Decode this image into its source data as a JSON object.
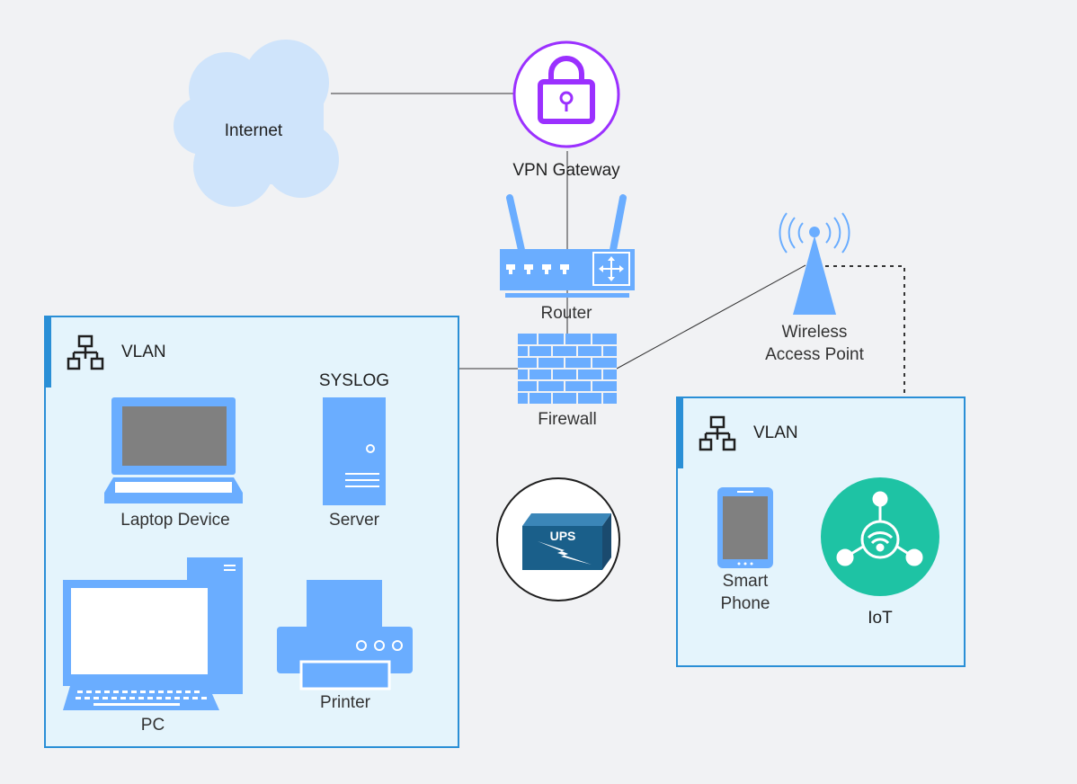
{
  "nodes": {
    "internet": "Internet",
    "vpn_gateway": "VPN Gateway",
    "router": "Router",
    "firewall": "Firewall",
    "wireless_ap_line1": "Wireless",
    "wireless_ap_line2": "Access Point",
    "ups": "UPS"
  },
  "vlan_left": {
    "title": "VLAN",
    "syslog": "SYSLOG",
    "laptop": "Laptop Device",
    "server": "Server",
    "pc": "PC",
    "printer": "Printer"
  },
  "vlan_right": {
    "title": "VLAN",
    "phone_line1": "Smart",
    "phone_line2": "Phone",
    "iot": "IoT"
  },
  "colors": {
    "device_blue": "#6aadff",
    "vlan_fill": "#e4f4fc",
    "vlan_border": "#2a8fd6",
    "vpn_purple": "#9b30ff",
    "iot_green": "#1ec3a4",
    "cloud": "#cfe4fb",
    "ups_blue": "#1a5f8a"
  },
  "icons": [
    "cloud-icon",
    "lock-icon",
    "router-icon",
    "firewall-icon",
    "antenna-icon",
    "network-icon",
    "laptop-icon",
    "server-icon",
    "pc-icon",
    "printer-icon",
    "ups-icon",
    "smartphone-icon",
    "iot-hub-icon"
  ]
}
